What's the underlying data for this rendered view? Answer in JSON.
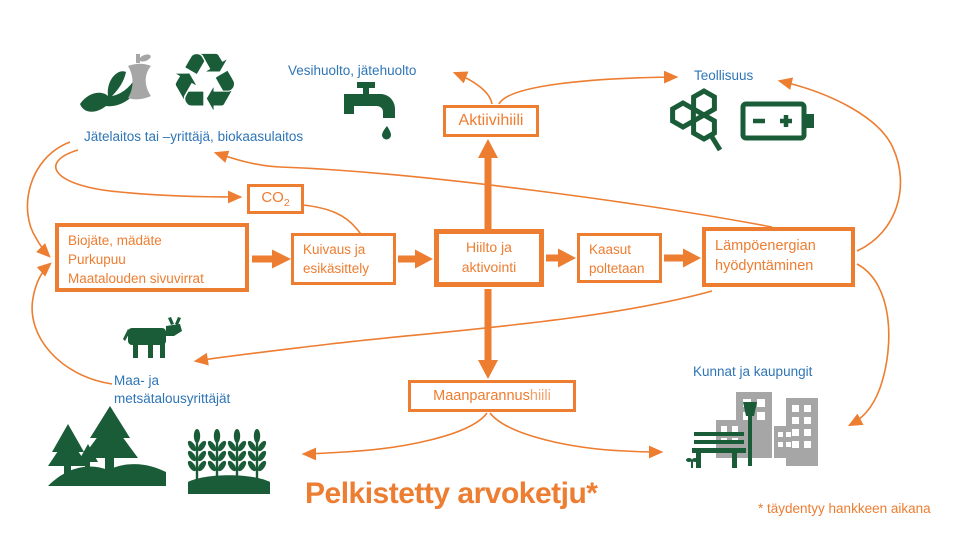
{
  "title": "Pelkistetty arvoketju*",
  "footnote": "* täydentyy hankkeen aikana",
  "actors": {
    "waste_plant": "Jätelaitos tai –yrittäjä, biokaasulaitos",
    "water_waste": "Vesihuolto, jätehuolto",
    "industry": "Teollisuus",
    "farmers": "Maa- ja\nmetsätalousyrittäjät",
    "municipalities": "Kunnat ja kaupungit"
  },
  "process": {
    "activated_carbon": "Aktiivihiili",
    "co2_base": "CO",
    "co2_sub": "2",
    "feedstock": "Biojäte, mädäte\nPurkupuu\nMaatalouden sivuvirrat",
    "drying": "Kuivaus ja\nesikäsittely",
    "carbonization": "Hiilto ja\naktivointi",
    "gases": "Kaasut\npoltetaan",
    "heat": "Lämpöenergian\nhyödyntäminen",
    "soil_main": "Maanparannus",
    "soil_suffix": "hiili"
  },
  "icons": {
    "recycle_glyph": "♻"
  },
  "colors": {
    "orange": "#ED7D31",
    "orange_light": "#F2A169",
    "blue": "#2E75B6",
    "green": "#1A5C38",
    "gray": "#A6A6A6"
  }
}
